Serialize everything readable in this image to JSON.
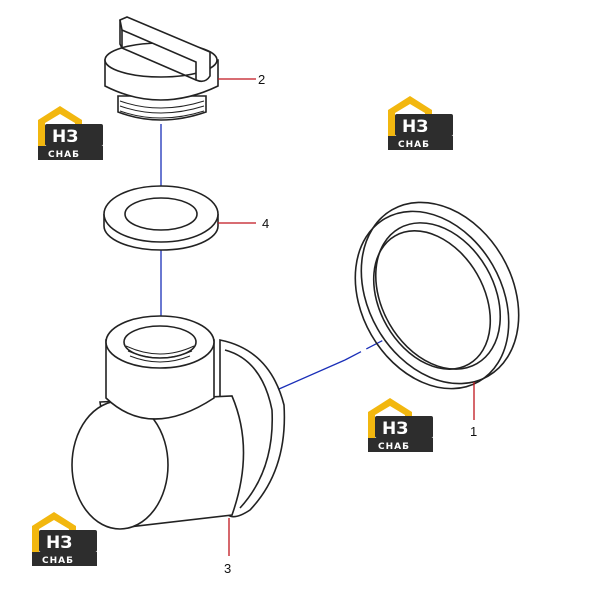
{
  "callouts": [
    {
      "id": "1",
      "label": "1"
    },
    {
      "id": "2",
      "label": "2"
    },
    {
      "id": "3",
      "label": "3"
    },
    {
      "id": "4",
      "label": "4"
    }
  ],
  "watermark": {
    "brand_top": "НЗ",
    "brand_bottom": "СНАБ",
    "colors": {
      "gold": "#f2b70f",
      "dark": "#2d2d2d",
      "white": "#ffffff"
    }
  },
  "colors": {
    "outline": "#222222",
    "axis_line": "#1a2fb8",
    "leader_line": "#c0151d"
  }
}
